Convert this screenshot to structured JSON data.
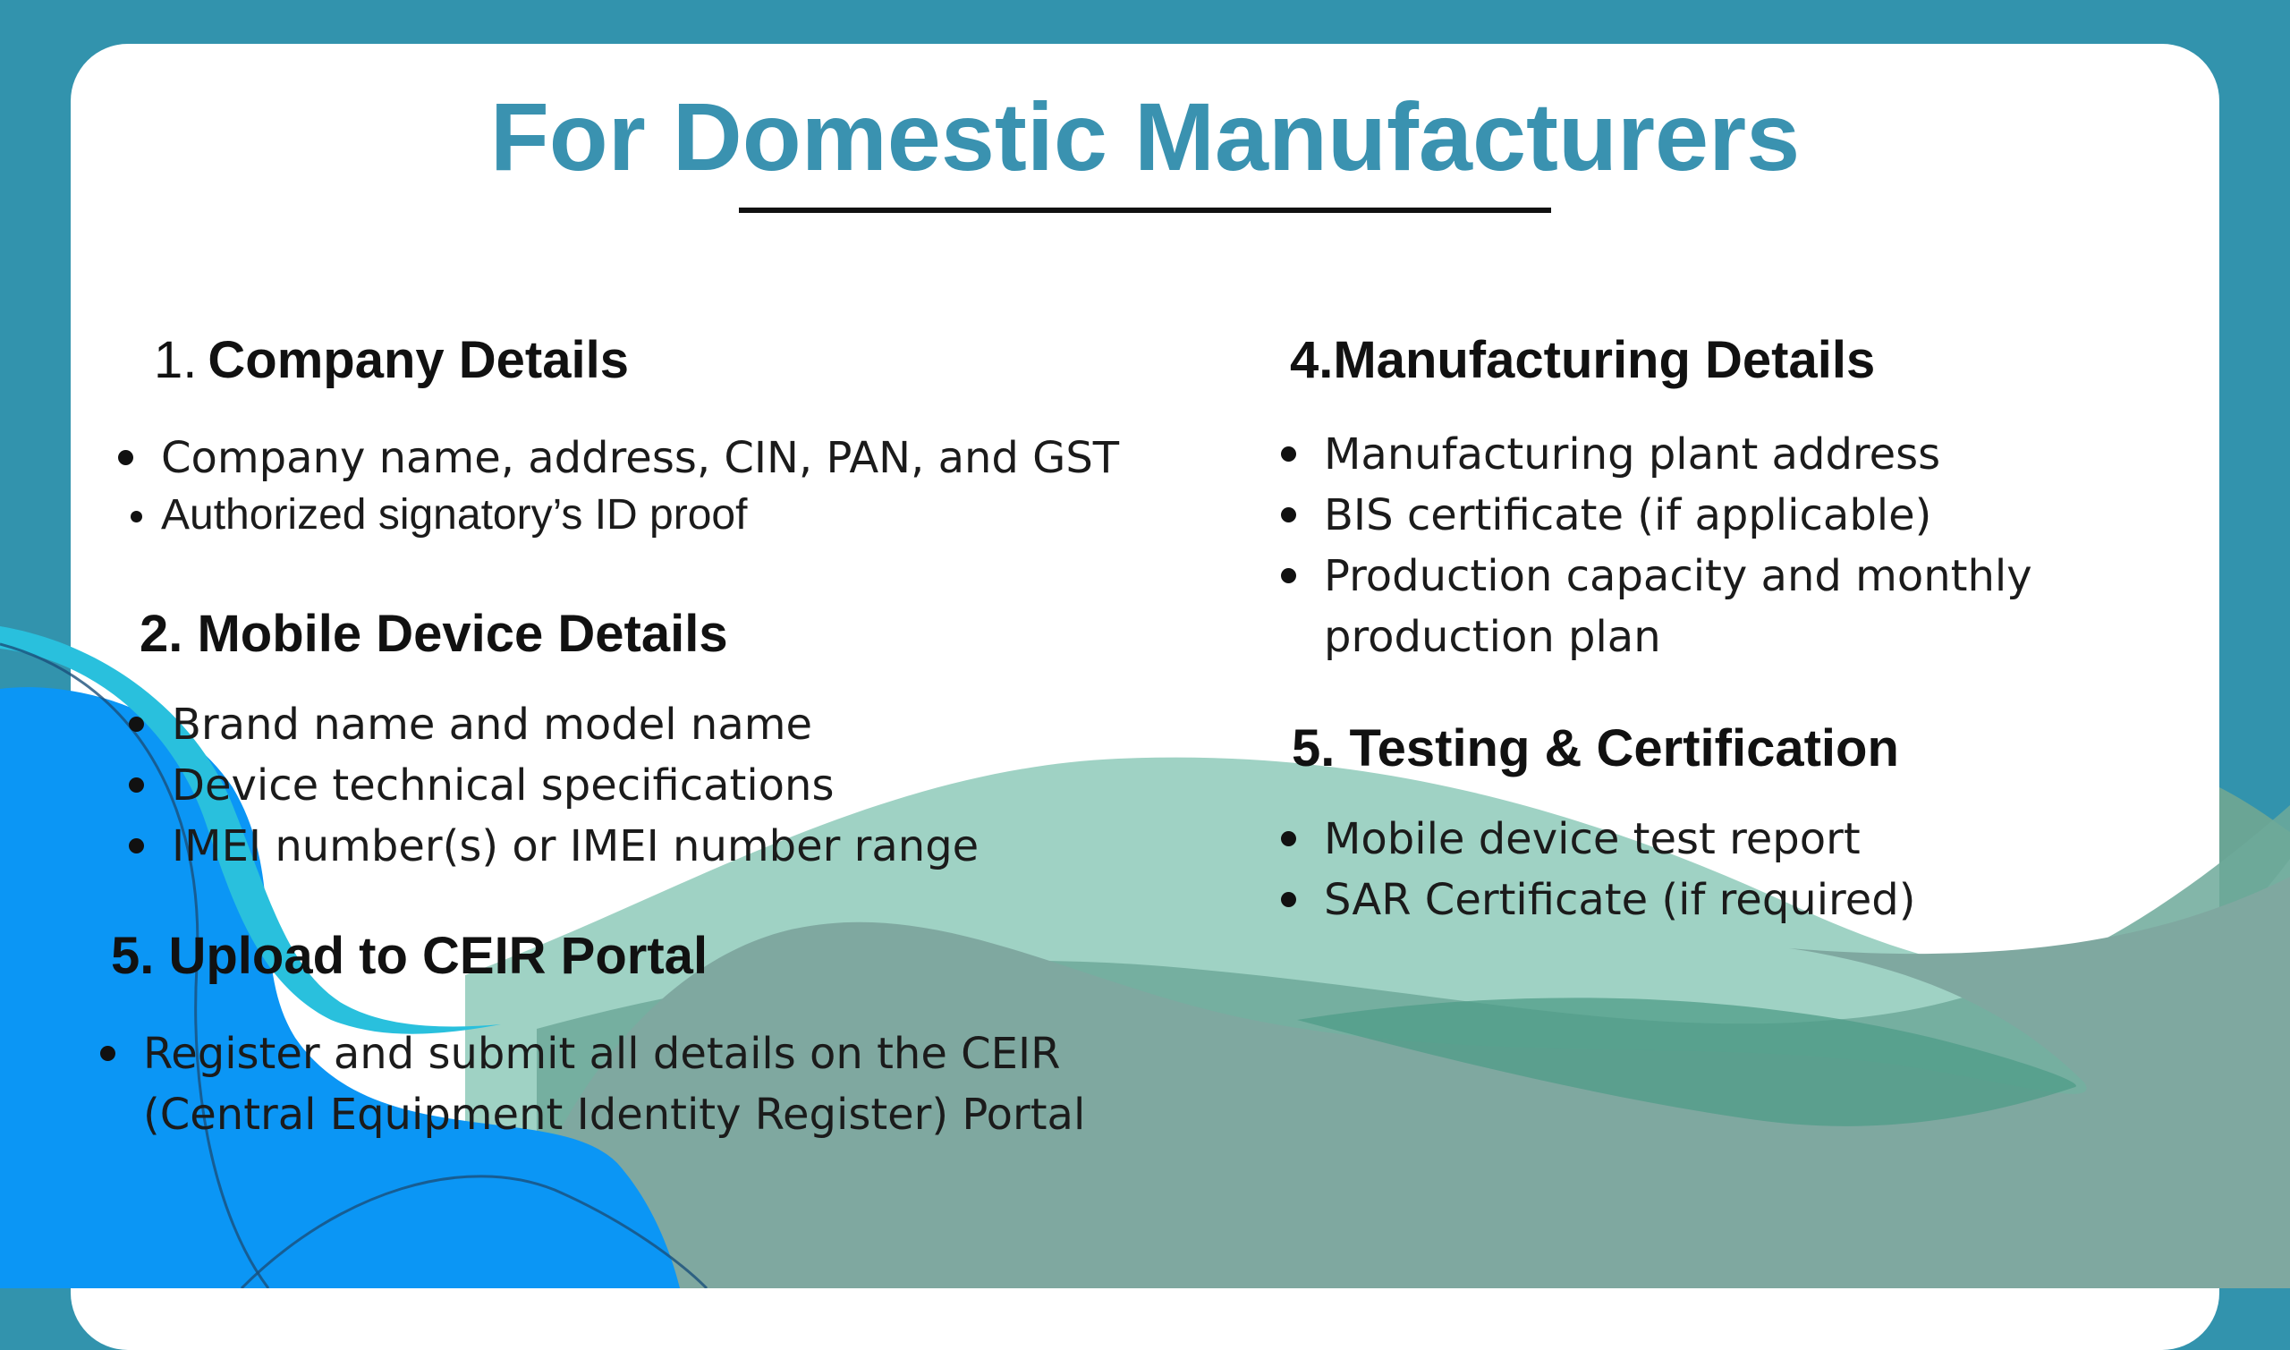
{
  "title": "For Domestic Manufacturers",
  "sections": {
    "company": {
      "number": "1.",
      "heading": "Company Details",
      "items": [
        "Company name, address, CIN, PAN, and GST",
        "Authorized signatory’s ID proof"
      ]
    },
    "mobile": {
      "heading": "2. Mobile Device Details",
      "items": [
        "Brand name and model name",
        "Device technical specifications",
        "IMEI number(s) or IMEI number range"
      ]
    },
    "upload": {
      "heading": "5. Upload to CEIR Portal",
      "items": [
        "Register and submit all details on the CEIR",
        "(Central Equipment Identity Register) Portal"
      ]
    },
    "manufacturing": {
      "heading": "4.Manufacturing Details",
      "items": [
        "Manufacturing plant address",
        "BIS certificate (if applicable)",
        "Production capacity and monthly",
        "production plan"
      ]
    },
    "testing": {
      "heading": "5. Testing & Certification",
      "items": [
        "Mobile device test report",
        "SAR Certificate (if required)"
      ]
    }
  },
  "colors": {
    "background": "#3293ad",
    "title": "#3a92b0",
    "card": "#ffffff",
    "wave_blue": "#0b96f5",
    "wave_teal": "#86c7b6",
    "wave_dark": "#5a9d8c"
  }
}
